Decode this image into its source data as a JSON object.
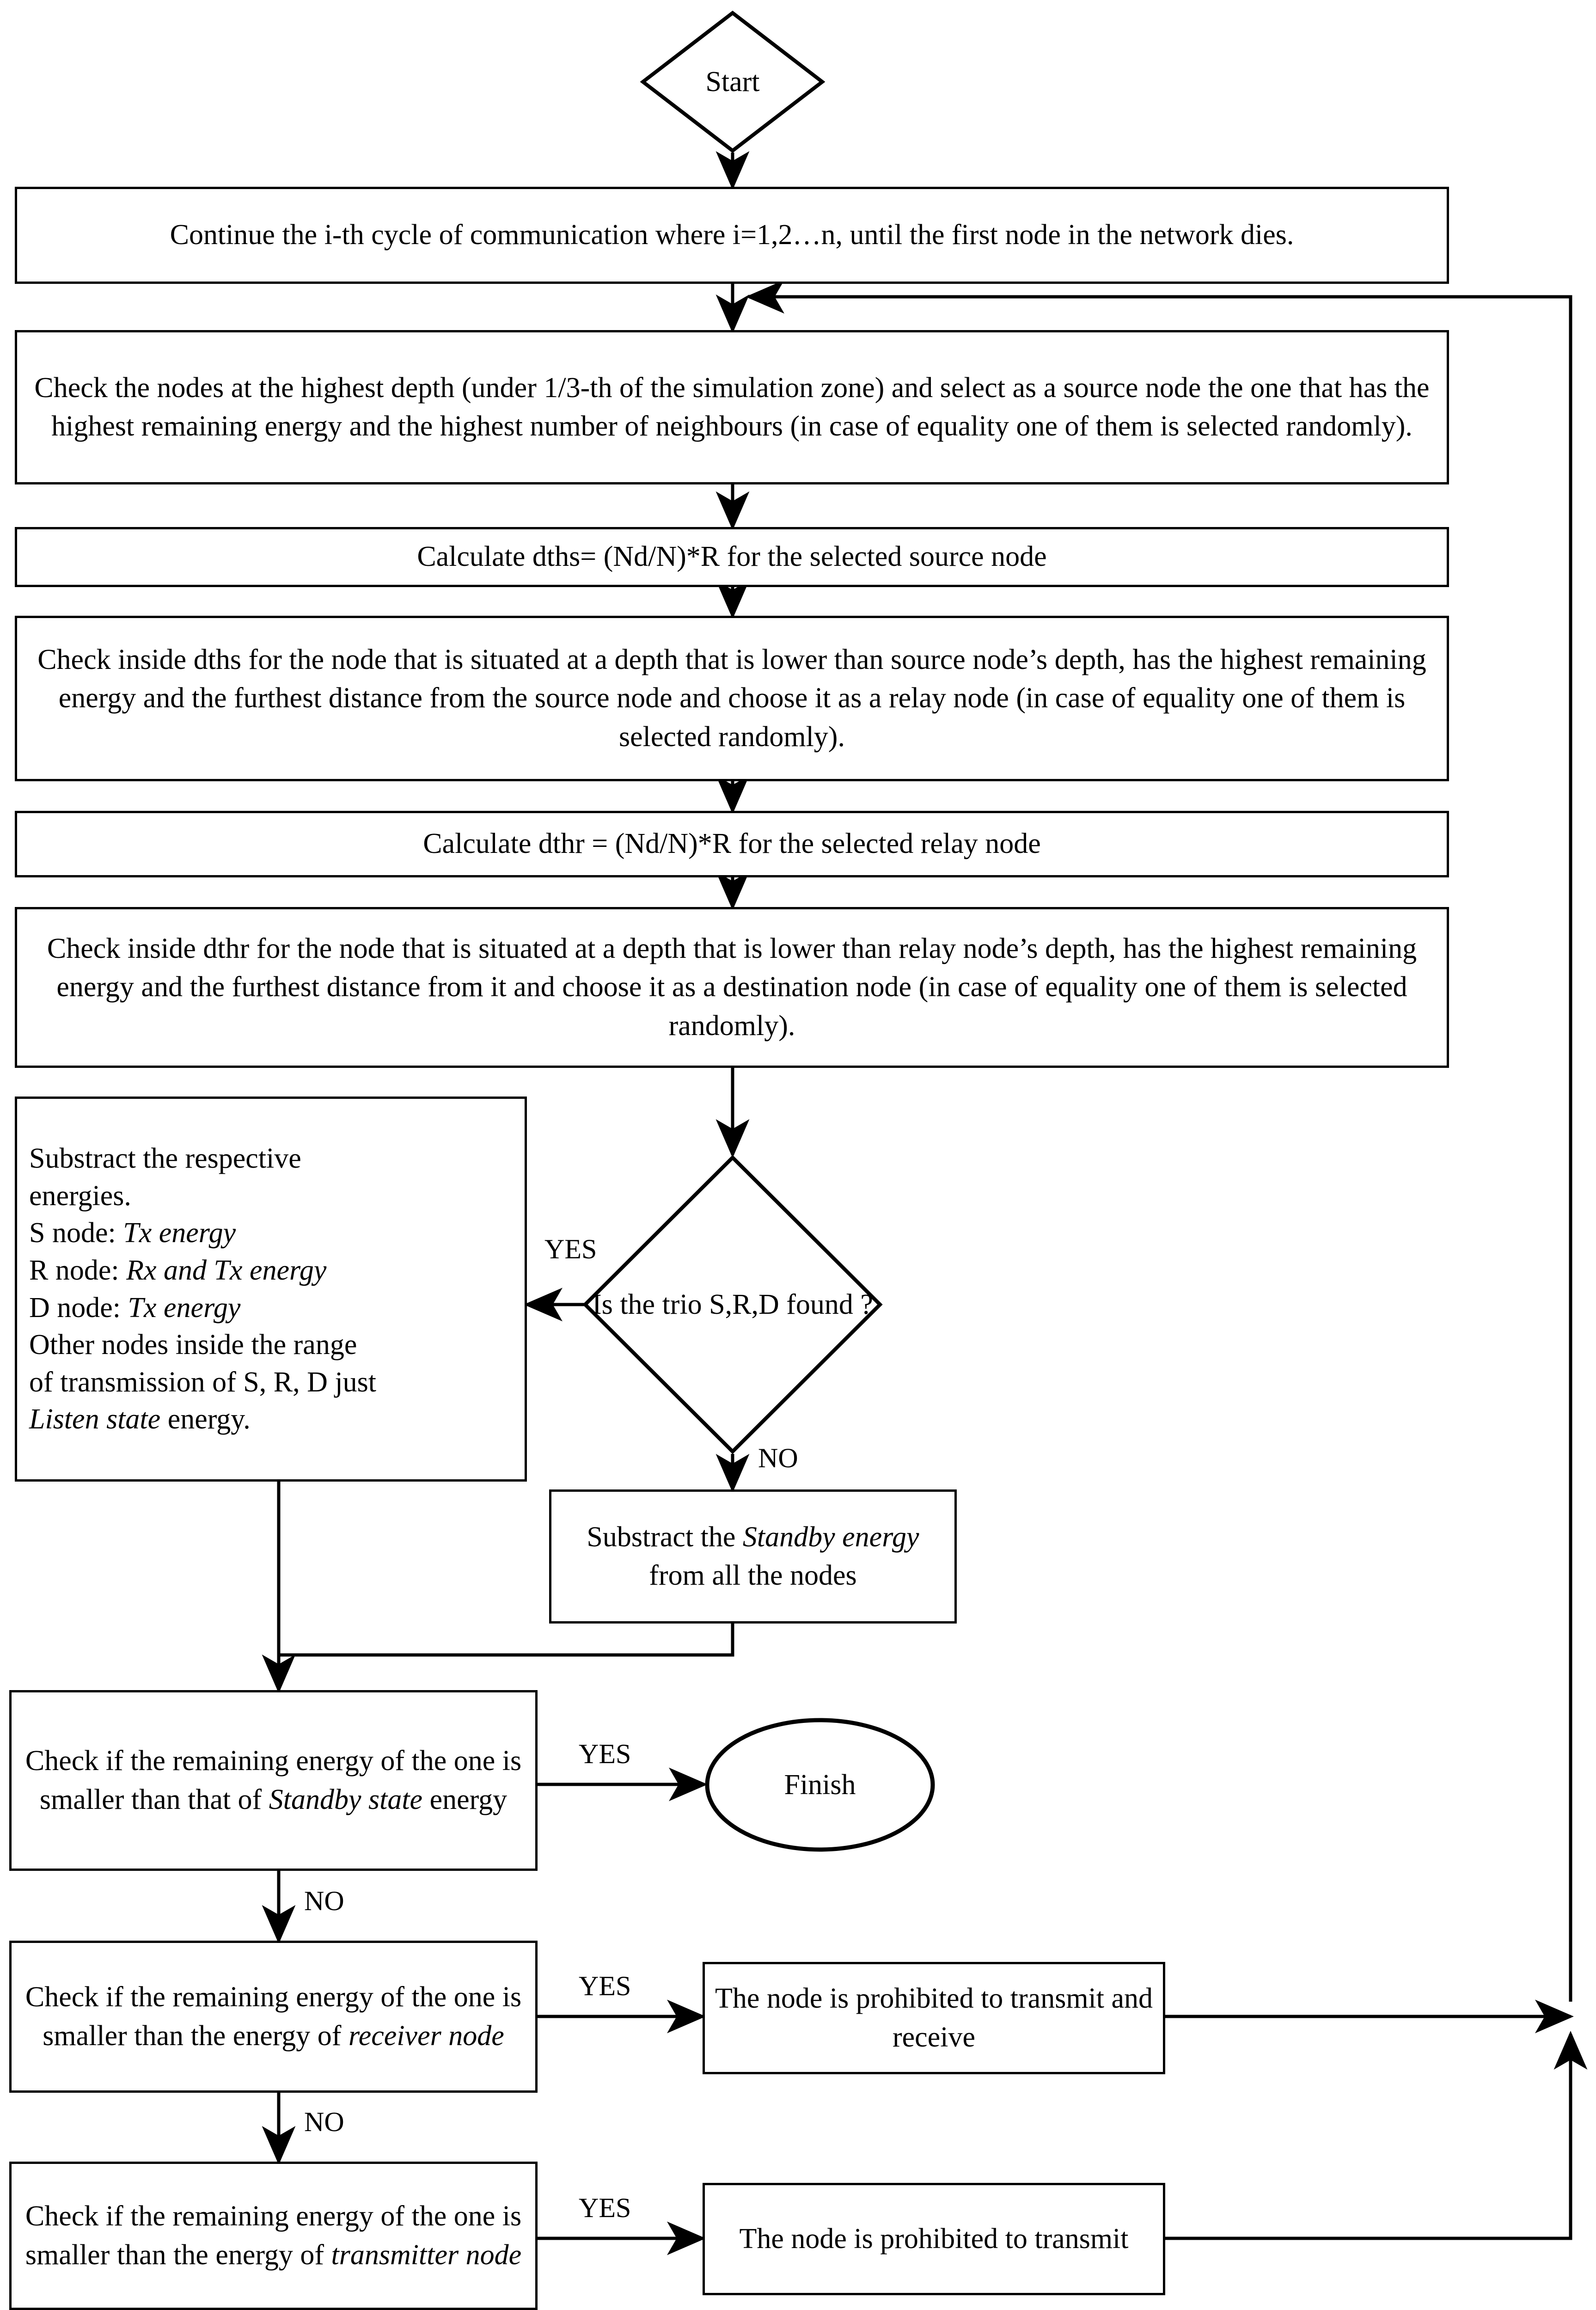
{
  "diagram": {
    "title": "Energy-aware S-R-D selection simulation flowchart",
    "type": "flowchart",
    "stroke_color": "#000000",
    "background_color": "#ffffff"
  },
  "nodes": {
    "start": {
      "shape": "diamond",
      "label": "Start"
    },
    "continue_cycle": {
      "shape": "process",
      "label": "Continue the i-th cycle of communication where i=1,2…n, until the first node in the network dies."
    },
    "check_highest_depth": {
      "shape": "process",
      "label": "Check the nodes at the highest depth (under 1/3-th of the simulation zone) and select as a source node the one that has the highest remaining energy and the highest number of neighbours (in case of equality one of them is selected randomly)."
    },
    "calc_dths": {
      "shape": "process",
      "label": "Calculate dths= (Nd/N)*R for the selected source node"
    },
    "check_inside_dths": {
      "shape": "process",
      "label": "Check inside dths for the node that is situated at a depth that is lower than source node’s depth, has the highest remaining  energy and the furthest distance from the source node and choose it as a relay node (in case of equality one of them is selected randomly)."
    },
    "calc_dthr": {
      "shape": "process",
      "label": "Calculate dthr = (Nd/N)*R for the selected relay node"
    },
    "check_inside_dthr": {
      "shape": "process",
      "label": "Check inside dthr for the node that is situated at a depth that is lower than relay node’s depth, has the highest remaining energy and the furthest distance from it and choose it as a destination node (in case of equality one of them is selected randomly)."
    },
    "substract_respective": {
      "shape": "process",
      "lines": [
        {
          "text": "Substract the respective",
          "italic": false
        },
        {
          "text": "energies.",
          "italic": false
        },
        {
          "prefix": "S node: ",
          "text": "Tx energy",
          "italic": true
        },
        {
          "prefix": "R node: ",
          "text": "Rx and Tx energy",
          "italic": true
        },
        {
          "prefix": "D node: ",
          "text": "Tx energy",
          "italic": true
        },
        {
          "text": "Other nodes inside the range",
          "italic": false
        },
        {
          "text": "of transmission of S, R, D just",
          "italic": false
        },
        {
          "text": "Listen state",
          "suffix": " energy.",
          "italic": true
        }
      ]
    },
    "trio_decision": {
      "shape": "diamond",
      "label": "Is the trio S,R,D found ?"
    },
    "substract_standby": {
      "shape": "process",
      "label_parts": [
        {
          "text": "Substract the  ",
          "italic": false
        },
        {
          "text": "Standby energy",
          "italic": true
        },
        {
          "text": " from all the nodes",
          "italic": false
        }
      ]
    },
    "check_standby_state": {
      "shape": "process",
      "label_parts": [
        {
          "text": "Check if the remaining energy of the one is smaller than that of ",
          "italic": false
        },
        {
          "text": "Standby state",
          "italic": true
        },
        {
          "text": " energy",
          "italic": false
        }
      ]
    },
    "finish": {
      "shape": "oval",
      "label": "Finish"
    },
    "check_receiver": {
      "shape": "process",
      "label_parts": [
        {
          "text": "Check if the remaining energy of the one is smaller than the energy of  ",
          "italic": false
        },
        {
          "text": "receiver node",
          "italic": true
        }
      ]
    },
    "prohibited_tx_rx": {
      "shape": "process",
      "label": "The node is prohibited to transmit and receive"
    },
    "check_transmitter": {
      "shape": "process",
      "label_parts": [
        {
          "text": "Check if the remaining energy of the one is smaller than the energy of ",
          "italic": false
        },
        {
          "text": "transmitter node",
          "italic": true
        }
      ]
    },
    "prohibited_tx": {
      "shape": "process",
      "label": "The node is prohibited to transmit"
    }
  },
  "edge_labels": {
    "trio_yes": "YES",
    "trio_no": "NO",
    "standby_yes": "YES",
    "standby_no": "NO",
    "receiver_yes": "YES",
    "receiver_no": "NO",
    "transmitter_yes": "YES"
  }
}
